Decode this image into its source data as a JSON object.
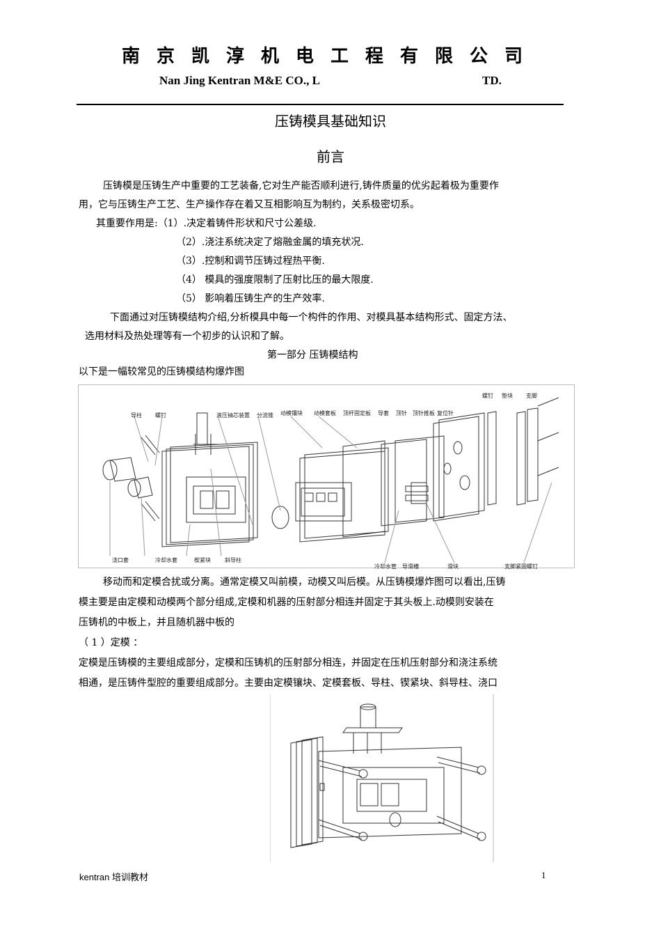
{
  "header": {
    "company_cn": "南京凯淳机电工程有限公司",
    "company_en_left": "Nan Jing Kentran M&E CO., L",
    "company_en_right": "TD."
  },
  "doc_title": "压铸模具基础知识",
  "section_preface": "前言",
  "preface": {
    "para1_line1": "压铸模是压铸生产中重要的工艺装备,它对生产能否顺利进行,铸件质量的优劣起着极为重要作",
    "para1_line2": "用，它与压铸生产工艺、生产操作存在着又互相影响互为制约，关系极密切系。",
    "roles_intro": "其重要作用是:（1）.决定着铸件形状和尺寸公差级.",
    "role2": "（2）.浇注系统决定了熔融金属的填充状况.",
    "role3": "（3）.控制和调节压铸过程热平衡.",
    "role4": "（4）  模具的强度限制了压射比压的最大限度.",
    "role5": "（5）  影响着压铸生产的生产效率.",
    "para2_line1": "下面通过对压铸模结构介绍,分析模具中每一个构件的作用、对模具基本结构形式、固定方法、",
    "para2_line2": "选用材料及热处理等有一个初步的认识和了解。"
  },
  "part1": {
    "heading": "第一部分      压铸模结构",
    "intro": "以下是一幅较常见的压铸模结构爆炸图"
  },
  "diagram_labels": {
    "top": [
      "导柱",
      "螺钉",
      "液压抽芯装置",
      "分流锥",
      "动模镶块",
      "动模套板",
      "顶杆固定板",
      "导套",
      "顶针",
      "顶针推板",
      "复位针",
      "螺钉",
      "垫块",
      "支脚"
    ],
    "bottom": [
      "浇口套",
      "冷却水套",
      "楔紧块",
      "斜导柱",
      "冷却水管",
      "导滑槽",
      "滑块",
      "支脚紧固螺钉"
    ]
  },
  "body_text": {
    "p1_line1": "移动而和定模合扰或分离。通常定模又叫前模，动模又叫后模。从压铸模爆炸图可以看出,压铸",
    "p1_line2": "模主要是由定模和动模两个部分组成,定模和机器的压射部分相连并固定于其头板上.动模则安装在",
    "p1_line3": "压铸机的中板上，并且随机器中板的",
    "sub_heading": "（ 1 ）定模 ：",
    "p2_line1": "定模是压铸模的主要组成部分，定模和压铸机的压射部分相连，并固定在压机压射部分和浇注系统",
    "p2_line2": "相通，是压铸件型腔的重要组成部分。主要由定模镶块、定模套板、导柱、锲紧块、斜导柱、浇口"
  },
  "footer": {
    "left": "kentran 培训教材",
    "page": "1"
  }
}
